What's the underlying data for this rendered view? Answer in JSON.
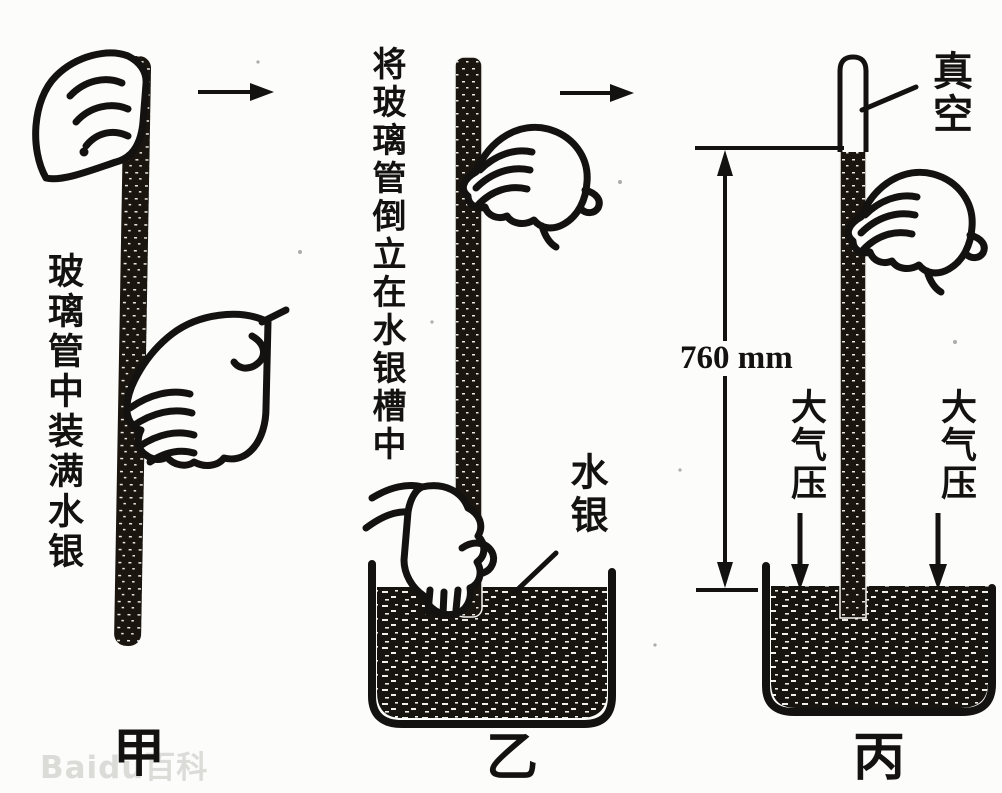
{
  "watermark": {
    "text": "Baidu百科"
  },
  "panels": {
    "jia": {
      "caption": "甲",
      "side_label": "玻璃管中装满水银"
    },
    "yi": {
      "caption": "乙",
      "side_label": "将玻璃管倒立在水银槽中",
      "mercury_label": "水银"
    },
    "bing": {
      "caption": "丙",
      "vacuum_label": "真空",
      "height_label": "760 mm",
      "pressure_left": "大气压",
      "pressure_right": "大气压"
    }
  },
  "colors": {
    "ink": "#141210",
    "paper": "#fcfcfa",
    "watermark_gray": "#dbdbd8"
  }
}
